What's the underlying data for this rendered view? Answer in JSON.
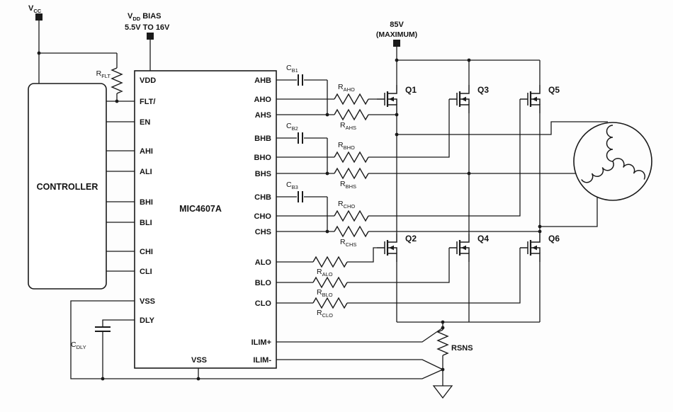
{
  "terminals": {
    "vcc": {
      "main": "V",
      "sub": "CC"
    },
    "vdd": {
      "main": "V",
      "sub": "DD",
      "rest": "BIAS"
    },
    "vdd_range": "5.5V TO 16V",
    "hv_rail": "85V",
    "hv_rail_note": "(MAXIMUM)"
  },
  "controller": {
    "label": "CONTROLLER"
  },
  "chip": {
    "name": "MIC4607A",
    "left_pins": [
      "VDD",
      "FLT/",
      "EN",
      "AHI",
      "ALI",
      "BHI",
      "BLI",
      "CHI",
      "CLI",
      "VSS",
      "DLY"
    ],
    "bottom_pin": "VSS",
    "right_pins": [
      "AHB",
      "AHO",
      "AHS",
      "BHB",
      "BHO",
      "BHS",
      "CHB",
      "CHO",
      "CHS",
      "ALO",
      "BLO",
      "CLO",
      "ILIM+",
      "ILIM-"
    ]
  },
  "components": {
    "rflt": {
      "main": "R",
      "sub": "FLT"
    },
    "cb1": {
      "main": "C",
      "sub": "B1"
    },
    "cb2": {
      "main": "C",
      "sub": "B2"
    },
    "cb3": {
      "main": "C",
      "sub": "B3"
    },
    "raho": {
      "main": "R",
      "sub": "AHO"
    },
    "rahs": {
      "main": "R",
      "sub": "AHS"
    },
    "rbho": {
      "main": "R",
      "sub": "BHO"
    },
    "rbhs": {
      "main": "R",
      "sub": "BHS"
    },
    "rcho": {
      "main": "R",
      "sub": "CHO"
    },
    "rchs": {
      "main": "R",
      "sub": "CHS"
    },
    "ralo": {
      "main": "R",
      "sub": "ALO"
    },
    "rblo": {
      "main": "R",
      "sub": "BLO"
    },
    "rclo": {
      "main": "R",
      "sub": "CLO"
    },
    "cdly": {
      "main": "C",
      "sub": "DLY"
    },
    "rsns": {
      "label": "RSNS"
    }
  },
  "transistors": {
    "q1": "Q1",
    "q2": "Q2",
    "q3": "Q3",
    "q4": "Q4",
    "q5": "Q5",
    "q6": "Q6"
  }
}
